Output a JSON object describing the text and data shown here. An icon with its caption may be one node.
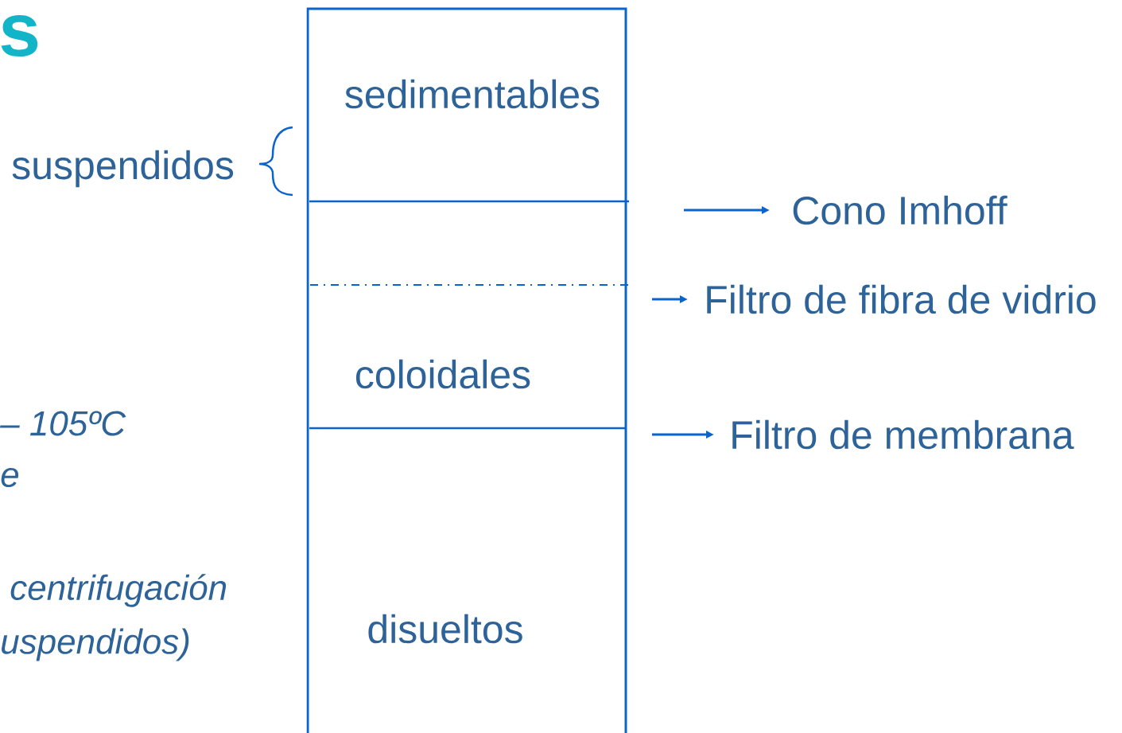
{
  "diagram": {
    "nodes": [
      {
        "text": [
          "sedimentables"
        ]
      },
      {
        "text": [
          "coloidales"
        ]
      },
      {
        "text": [
          "disueltos"
        ]
      },
      {
        "text": [
          "Cono Imhoff"
        ]
      },
      {
        "text": [
          "Filtro de fibra de vidrio"
        ]
      },
      {
        "text": [
          "Filtro de membrana"
        ]
      }
    ],
    "edges": [
      {
        "from": null,
        "to": 3,
        "arrow": "to"
      },
      {
        "from": null,
        "to": 4,
        "arrow": "to"
      },
      {
        "from": null,
        "to": 5,
        "arrow": "to"
      }
    ],
    "labels": [
      "s",
      "suspendidos",
      "– 105ºC",
      "e",
      "centrifugación",
      "uspendidos)"
    ]
  }
}
